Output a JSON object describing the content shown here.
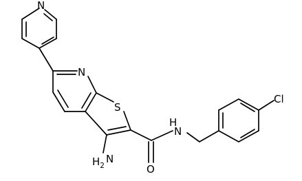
{
  "molecule": {
    "atom_labels": {
      "pyridine_top_n": "N",
      "fused_pyridine_n": "N",
      "thiophene_s": "S",
      "amide_n": "N",
      "amide_h": "H",
      "amino_n": "N",
      "amino_h": "H",
      "amino_h_count": "2",
      "carbonyl_o": "O",
      "chlorine": "Cl"
    },
    "colors": {
      "bond": "#000000",
      "label": "#000000",
      "background": "#ffffff"
    }
  }
}
